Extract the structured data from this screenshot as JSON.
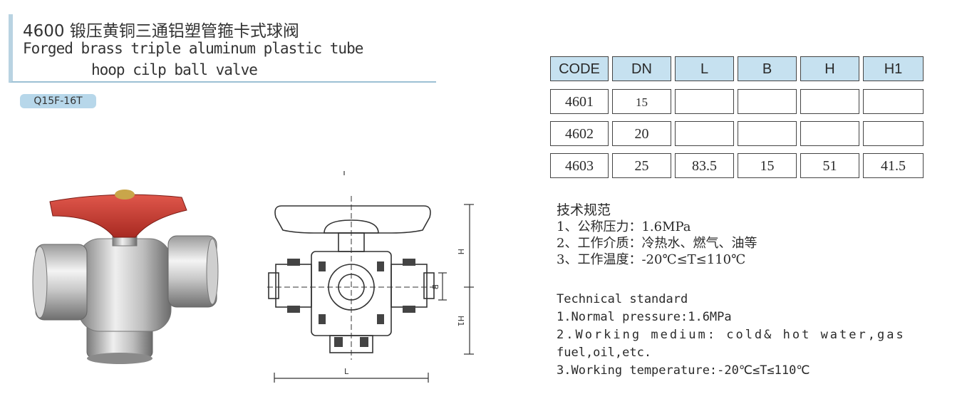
{
  "header": {
    "title_cn": "4600 锻压黄铜三通铝塑管箍卡式球阀",
    "title_en_line1": "Forged brass triple aluminum plastic tube",
    "title_en_line2": "hoop cilp ball valve",
    "model": "Q15F-16T"
  },
  "table": {
    "columns": [
      "CODE",
      "DN",
      "L",
      "B",
      "H",
      "H1"
    ],
    "rows": [
      [
        "4601",
        "15",
        "",
        "",
        "",
        ""
      ],
      [
        "4602",
        "20",
        "",
        "",
        "",
        ""
      ],
      [
        "4603",
        "25",
        "83.5",
        "15",
        "51",
        "41.5"
      ]
    ]
  },
  "drawing": {
    "labels": {
      "h": "H",
      "b": "B",
      "h1": "H1",
      "l": "L"
    }
  },
  "spec_cn": {
    "heading": "技术规范",
    "items": [
      "1、公称压力：1.6MPa",
      "2、工作介质：冷热水、燃气、油等",
      "3、工作温度：-20℃≤T≤110℃"
    ]
  },
  "spec_en": {
    "heading": "Technical standard",
    "items": [
      "1.Normal pressure:1.6MPa",
      "2.Working medium: cold& hot water,gas",
      "fuel,oil,etc.",
      "3.Working temperature:-20℃≤T≤110℃"
    ]
  },
  "colors": {
    "header_fill": "#c6e1f0",
    "badge_fill": "#b7d7ea",
    "handle_red": "#c8352b",
    "accent_bar": "#b9d3e2"
  }
}
